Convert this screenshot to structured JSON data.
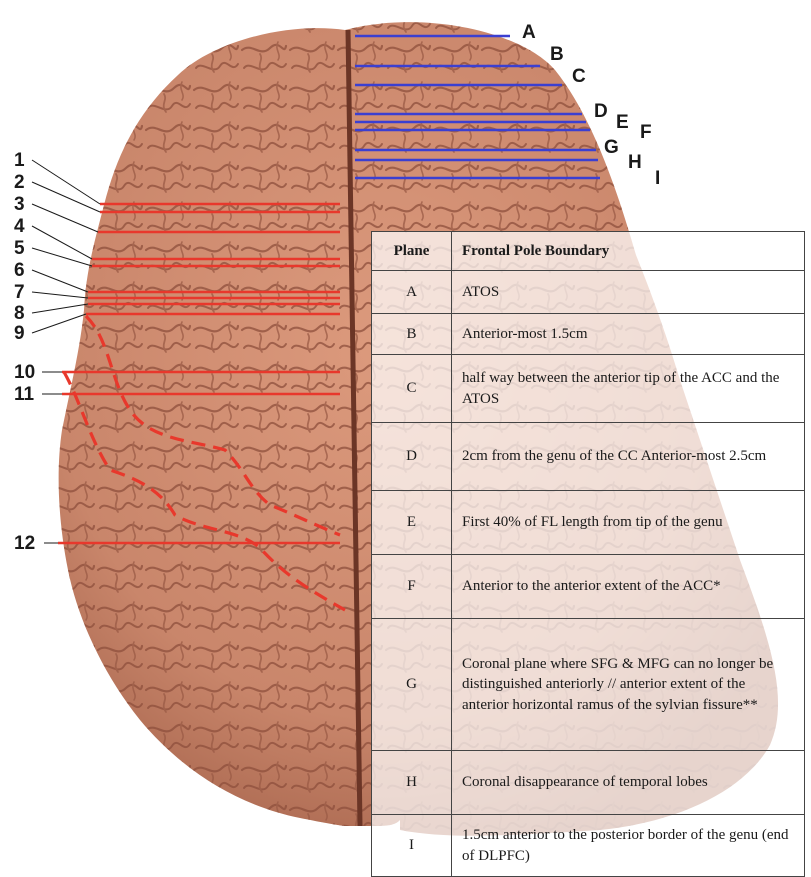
{
  "number_labels": [
    "1",
    "2",
    "3",
    "4",
    "5",
    "6",
    "7",
    "8",
    "9",
    "10",
    "11",
    "12"
  ],
  "letter_labels": [
    "A",
    "B",
    "C",
    "D",
    "E",
    "F",
    "G",
    "H",
    "I"
  ],
  "colors": {
    "brain": "#c9866b",
    "red_line": "#e8382c",
    "blue_line": "#3b3fd1",
    "table_border": "#444444"
  },
  "table": {
    "header": {
      "plane": "Plane",
      "boundary": "Frontal Pole Boundary"
    },
    "rows": [
      {
        "plane": "A",
        "boundary": "ATOS"
      },
      {
        "plane": "B",
        "boundary": "Anterior-most 1.5cm"
      },
      {
        "plane": "C",
        "boundary": "half way between the anterior tip of the ACC and the ATOS"
      },
      {
        "plane": "D",
        "boundary": "2cm from the genu of the CC Anterior-most 2.5cm"
      },
      {
        "plane": "E",
        "boundary": "First 40% of FL length from tip of the genu"
      },
      {
        "plane": "F",
        "boundary": "Anterior to the anterior extent of the ACC*"
      },
      {
        "plane": "G",
        "boundary": "Coronal plane where SFG & MFG can no longer be distinguished anteriorly // anterior extent of the anterior horizontal ramus of the sylvian fissure**"
      },
      {
        "plane": "H",
        "boundary": "Coronal disappearance of temporal lobes"
      },
      {
        "plane": "I",
        "boundary": "1.5cm anterior to the posterior border of the genu (end of DLPFC)"
      }
    ]
  }
}
